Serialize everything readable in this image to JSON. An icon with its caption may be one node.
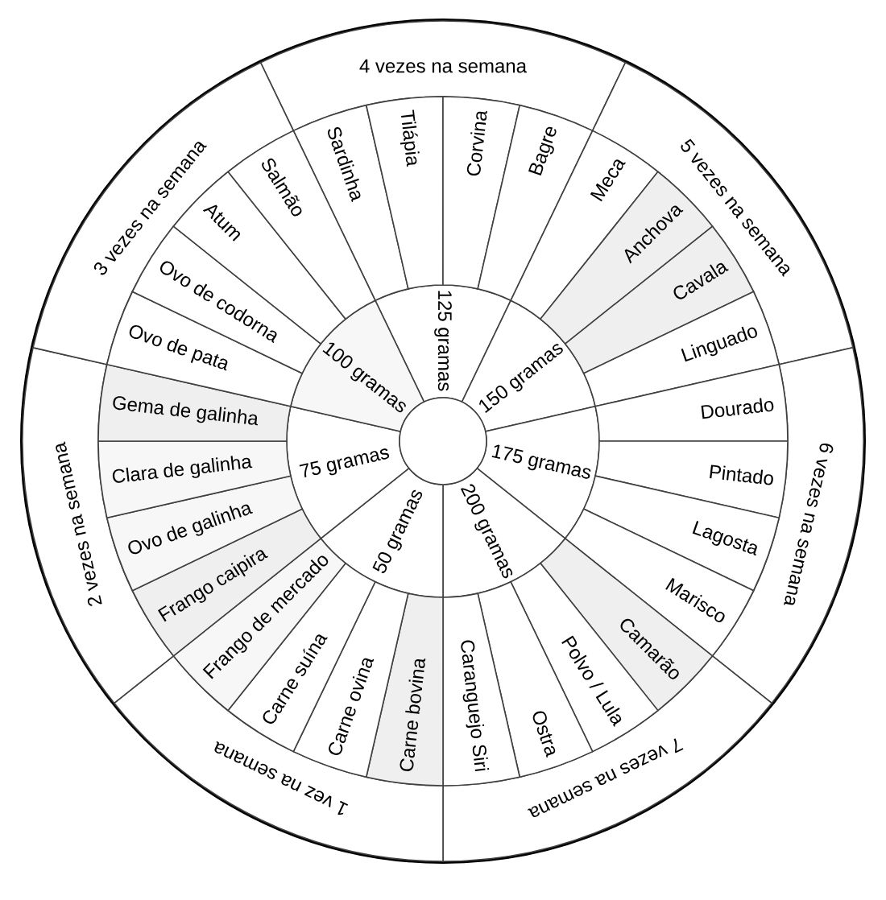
{
  "diagram": {
    "nodes": [
      {
        "text": [
          "4 vezes na semana"
        ]
      },
      {
        "text": [
          "5 vezes na semana"
        ]
      },
      {
        "text": [
          "6 vezes na semana"
        ]
      },
      {
        "text": [
          "7 vezes na semana"
        ]
      },
      {
        "text": [
          "1 vez na semana"
        ]
      },
      {
        "text": [
          "2 vezes na semana"
        ]
      },
      {
        "text": [
          "3 vezes na semana"
        ]
      },
      {
        "text": [
          "125 gramas"
        ]
      },
      {
        "text": [
          "150 gramas"
        ]
      },
      {
        "text": [
          "175 gramas"
        ]
      },
      {
        "text": [
          "200 gramas"
        ]
      },
      {
        "text": [
          "50 gramas"
        ]
      },
      {
        "text": [
          "75 gramas"
        ]
      },
      {
        "text": [
          "100 gramas"
        ]
      },
      {
        "text": [
          "Sardinha"
        ]
      },
      {
        "text": [
          "Tilápia"
        ]
      },
      {
        "text": [
          "Corvina"
        ]
      },
      {
        "text": [
          "Bagre"
        ]
      },
      {
        "text": [
          "Meca"
        ]
      },
      {
        "text": [
          "Anchova"
        ]
      },
      {
        "text": [
          "Cavala"
        ]
      },
      {
        "text": [
          "Linguado"
        ]
      },
      {
        "text": [
          "Dourado"
        ]
      },
      {
        "text": [
          "Pintado"
        ]
      },
      {
        "text": [
          "Lagosta"
        ]
      },
      {
        "text": [
          "Marisco"
        ]
      },
      {
        "text": [
          "Camarão"
        ]
      },
      {
        "text": [
          "Polvo / Lula"
        ]
      },
      {
        "text": [
          "Ostra"
        ]
      },
      {
        "text": [
          "Caranguejo Siri"
        ]
      },
      {
        "text": [
          "Carne bovina"
        ]
      },
      {
        "text": [
          "Carne ovina"
        ]
      },
      {
        "text": [
          "Carne suína"
        ]
      },
      {
        "text": [
          "Frango de mercado"
        ]
      },
      {
        "text": [
          "Frango caipira"
        ]
      },
      {
        "text": [
          "Ovo de galinha"
        ]
      },
      {
        "text": [
          "Clara de galinha"
        ]
      },
      {
        "text": [
          "Gema de galinha"
        ]
      },
      {
        "text": [
          "Ovo de pata"
        ]
      },
      {
        "text": [
          "Ovo de codorna"
        ]
      },
      {
        "text": [
          "Atum"
        ]
      },
      {
        "text": [
          "Salmão"
        ]
      }
    ]
  }
}
